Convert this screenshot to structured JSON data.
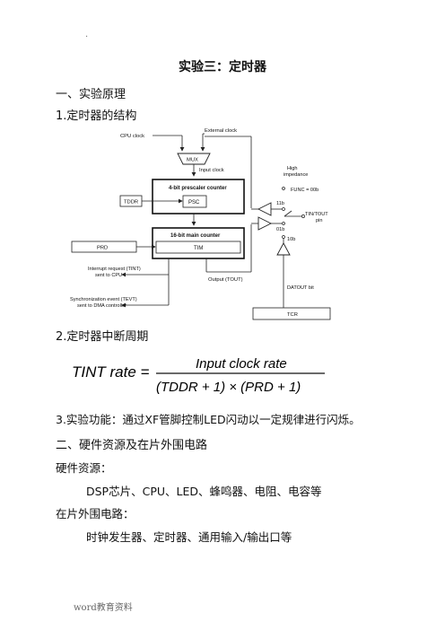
{
  "doc": {
    "header_dot": "·",
    "title": "实验三：定时器",
    "sections": {
      "s1": "一、实验原理",
      "s1_1": "1.定时器的结构",
      "s1_2": "2.定时器中断周期",
      "s1_3": "3.实验功能：通过XF管脚控制LED闪动以一定规律进行闪烁。",
      "s2": "二、硬件资源及在片外围电路",
      "hw_label": "硬件资源：",
      "hw_items": "DSP芯片、CPU、LED、蜂鸣器、电阻、电容等",
      "peri_label": "在片外围电路：",
      "peri_items": "时钟发生器、定时器、通用输入/输出口等"
    },
    "footer": "word教育资料"
  },
  "diagram": {
    "cpu_clock": "CPU clock",
    "external_clock": "External clock",
    "mux": "MUX",
    "input_clock": "Input clock",
    "prescaler": "4-bit prescaler counter",
    "psc": "PSC",
    "tddr": "TDDR",
    "main_counter": "16-bit main counter",
    "tim": "TIM",
    "prd": "PRD",
    "int_req_1": "Interrupt request (TINT)",
    "int_req_2": "sent to CPU",
    "sync_1": "Synchronization event (TEVT)",
    "sync_2": "sent to DMA controller",
    "output": "Output (TOUT)",
    "high_1": "High",
    "high_2": "impedance",
    "func": "FUNC = 00b",
    "b11": "11b",
    "b01": "01b",
    "b10": "10b",
    "tin_1": "TIN/TOUT",
    "tin_2": "pin",
    "datout": "DATOUT bit",
    "tcr": "TCR"
  },
  "formula": {
    "lhs": "TINT rate =",
    "numerator": "Input clock rate",
    "denominator": "(TDDR + 1) × (PRD + 1)"
  }
}
